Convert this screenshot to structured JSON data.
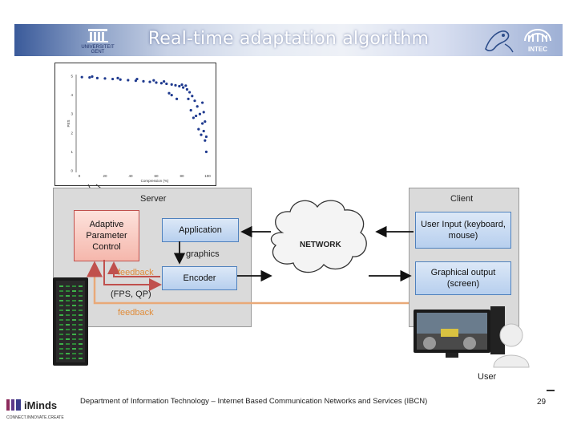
{
  "slide": {
    "title": "Real-time adaptation algorithm",
    "page_number": "29",
    "footer": "Department of Information Technology – Internet Based Communication Networks and Services (IBCN)"
  },
  "logos": {
    "ugent_line1": "UNIVERSITEIT",
    "ugent_line2": "GENT",
    "intec": "INTEC",
    "iminds": "iMinds",
    "iminds_tagline": "CONNECT.INNOVATE.CREATE"
  },
  "diagram": {
    "server_title": "Server",
    "client_title": "Client",
    "apc_label": "Adaptive Parameter Control",
    "application_label": "Application",
    "encoder_label": "Encoder",
    "graphics_label": "graphics",
    "network_label": "NETWORK",
    "user_input_label": "User Input (keyboard, mouse)",
    "graphical_output_label": "Graphical output (screen)",
    "feedback_label_1": "feedback",
    "feedback_label_2": "feedback",
    "fps_qp_label": "(FPS, QP)",
    "user_label": "User"
  },
  "colors": {
    "scatter_points": "#1f3a8f",
    "apc_box": "#f5b7ac",
    "feedback_arrow": "#c0504d",
    "feedback_arrow_2": "#e9a978",
    "blue_box": "#b7cfee"
  },
  "chart_data": {
    "type": "scatter",
    "xlabel": "Compression (%)",
    "ylabel": "PES",
    "x_ticks": [
      "0",
      "20",
      "40",
      "60",
      "80",
      "100"
    ],
    "y_ticks": [
      "0",
      "1",
      "2",
      "3",
      "4",
      "5"
    ],
    "xlim": [
      0,
      100
    ],
    "ylim": [
      0,
      5
    ],
    "grid": false,
    "points": [
      {
        "x": 2,
        "y": 4.95
      },
      {
        "x": 8,
        "y": 4.93
      },
      {
        "x": 14,
        "y": 4.9
      },
      {
        "x": 20,
        "y": 4.88
      },
      {
        "x": 26,
        "y": 4.85
      },
      {
        "x": 32,
        "y": 4.82
      },
      {
        "x": 38,
        "y": 4.79
      },
      {
        "x": 44,
        "y": 4.76
      },
      {
        "x": 50,
        "y": 4.73
      },
      {
        "x": 55,
        "y": 4.7
      },
      {
        "x": 60,
        "y": 4.66
      },
      {
        "x": 64,
        "y": 4.63
      },
      {
        "x": 68,
        "y": 4.6
      },
      {
        "x": 72,
        "y": 4.56
      },
      {
        "x": 75,
        "y": 4.52
      },
      {
        "x": 78,
        "y": 4.47
      },
      {
        "x": 81,
        "y": 4.4
      },
      {
        "x": 84,
        "y": 4.3
      },
      {
        "x": 86,
        "y": 4.15
      },
      {
        "x": 88,
        "y": 3.95
      },
      {
        "x": 90,
        "y": 3.7
      },
      {
        "x": 92,
        "y": 3.4
      },
      {
        "x": 94,
        "y": 3.0
      },
      {
        "x": 96,
        "y": 2.5
      },
      {
        "x": 97,
        "y": 2.1
      },
      {
        "x": 98,
        "y": 1.6
      },
      {
        "x": 99,
        "y": 1.0
      },
      {
        "x": 10,
        "y": 4.98
      },
      {
        "x": 30,
        "y": 4.9
      },
      {
        "x": 45,
        "y": 4.85
      },
      {
        "x": 58,
        "y": 4.78
      },
      {
        "x": 66,
        "y": 4.72
      },
      {
        "x": 70,
        "y": 4.1
      },
      {
        "x": 72,
        "y": 4.0
      },
      {
        "x": 76,
        "y": 3.8
      },
      {
        "x": 80,
        "y": 4.55
      },
      {
        "x": 83,
        "y": 4.5
      },
      {
        "x": 85,
        "y": 3.8
      },
      {
        "x": 87,
        "y": 3.2
      },
      {
        "x": 89,
        "y": 2.8
      },
      {
        "x": 91,
        "y": 2.9
      },
      {
        "x": 93,
        "y": 2.2
      },
      {
        "x": 95,
        "y": 1.9
      },
      {
        "x": 96,
        "y": 3.6
      },
      {
        "x": 97,
        "y": 3.1
      },
      {
        "x": 98,
        "y": 2.6
      },
      {
        "x": 99,
        "y": 1.8
      }
    ]
  }
}
